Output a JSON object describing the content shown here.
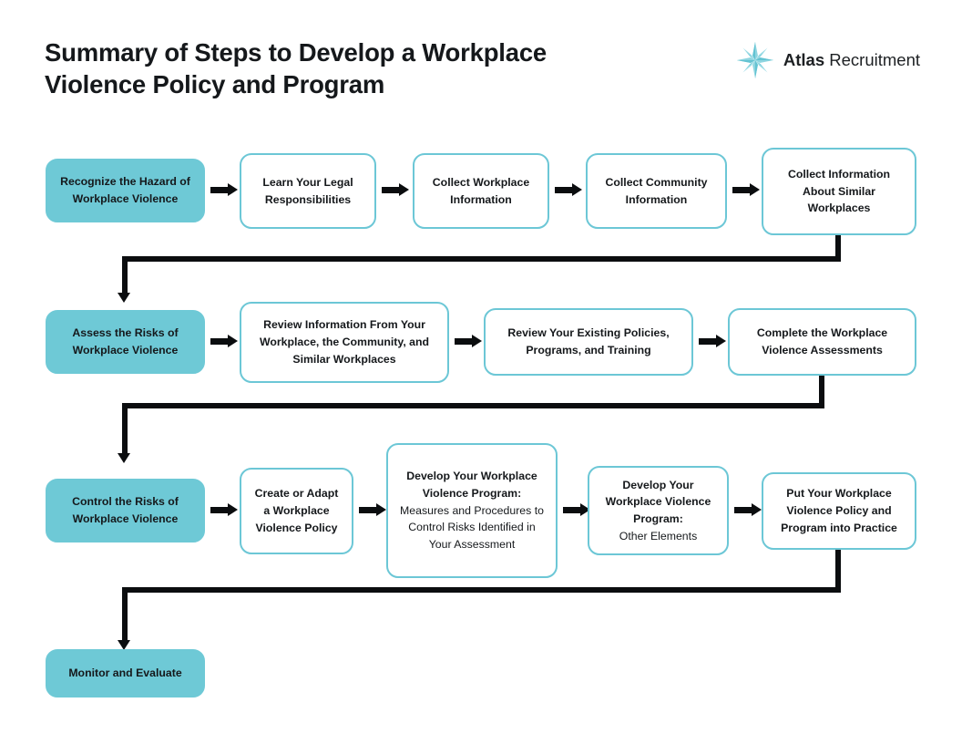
{
  "header": {
    "title": "Summary of Steps to Develop a Workplace Violence Policy and Program",
    "logo": {
      "icon": "compass-star-icon",
      "brand": "Atlas",
      "word": "Recruitment",
      "color": "#6ec9d6"
    }
  },
  "colors": {
    "accent_fill": "#6ec9d6",
    "accent_border": "#6cc7d6",
    "connector": "#0b0d0f",
    "text": "#15181b",
    "background": "#ffffff"
  },
  "chart_data": {
    "type": "diagram",
    "title": "Summary of Steps to Develop a Workplace Violence Policy and Program",
    "orientation": "left-to-right rows, serpentine",
    "rows": [
      {
        "stage": "Recognize the Hazard of Workplace Violence",
        "steps": [
          "Learn Your Legal Responsibilities",
          "Collect Workplace Information",
          "Collect Community Information",
          "Collect Information About Similar Workplaces"
        ]
      },
      {
        "stage": "Assess the Risks of Workplace Violence",
        "steps": [
          "Review Information From Your Workplace, the Community, and Similar Workplaces",
          "Review Your Existing Policies, Programs, and Training",
          "Complete the Workplace Violence Assessments"
        ]
      },
      {
        "stage": "Control the Risks of Workplace Violence",
        "steps": [
          "Create or Adapt a Workplace Violence Policy",
          "Develop Your Workplace Violence Program: Measures and Procedures to Control Risks Identified in Your Assessment",
          "Develop Your Workplace Violence Program: Other Elements",
          "Put Your Workplace Violence Policy and Program into Practice"
        ]
      },
      {
        "stage": "Monitor and Evaluate",
        "steps": []
      }
    ]
  },
  "nodes": {
    "r1s0": "Recognize the Hazard of Workplace Violence",
    "r1s1": "Learn Your Legal Responsibilities",
    "r1s2": "Collect Workplace Information",
    "r1s3": "Collect Community Information",
    "r1s4": "Collect Information About Similar Workplaces",
    "r2s0": "Assess the Risks of Workplace Violence",
    "r2s1": "Review Information From Your Workplace, the Community, and Similar Workplaces",
    "r2s2": "Review Your Existing Policies, Programs, and Training",
    "r2s3": "Complete the Workplace Violence Assessments",
    "r3s0": "Control the Risks of Workplace Violence",
    "r3s1": "Create or Adapt a Workplace Violence Policy",
    "r3s2_bold": "Develop Your Workplace Violence Program:",
    "r3s2_rest": " Measures and Procedures to Control Risks Identified in Your Assessment",
    "r3s3_bold": "Develop Your Workplace Violence Program:",
    "r3s3_rest": "Other Elements",
    "r3s4": "Put Your Workplace Violence Policy and Program into Practice",
    "r4s0": "Monitor and Evaluate"
  }
}
